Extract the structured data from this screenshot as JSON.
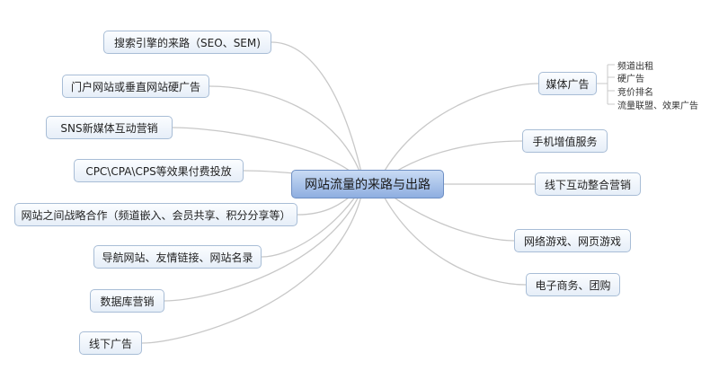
{
  "center": {
    "label": "网站流量的来路与出路"
  },
  "left_nodes": [
    {
      "label": "搜索引擎的来路（SEO、SEM)"
    },
    {
      "label": "门户网站或垂直网站硬广告"
    },
    {
      "label": "SNS新媒体互动营销"
    },
    {
      "label": "CPC\\CPA\\CPS等效果付费投放"
    },
    {
      "label": "网站之间战略合作（频道嵌入、会员共享、积分分享等）"
    },
    {
      "label": "导航网站、友情链接、网站名录"
    },
    {
      "label": "数据库营销"
    },
    {
      "label": "线下广告"
    }
  ],
  "right_nodes": [
    {
      "label": "媒体广告"
    },
    {
      "label": "手机增值服务"
    },
    {
      "label": "线下互动整合营销"
    },
    {
      "label": "网络游戏、网页游戏"
    },
    {
      "label": "电子商务、团购"
    }
  ],
  "media_subitems": [
    "频道出租",
    "硬广告",
    "竞价排名",
    "流量联盟、效果广告"
  ],
  "colors": {
    "link": "#c8c8c8",
    "node_border": "#a8bdd6",
    "center_fill": "#9bb8e6"
  }
}
